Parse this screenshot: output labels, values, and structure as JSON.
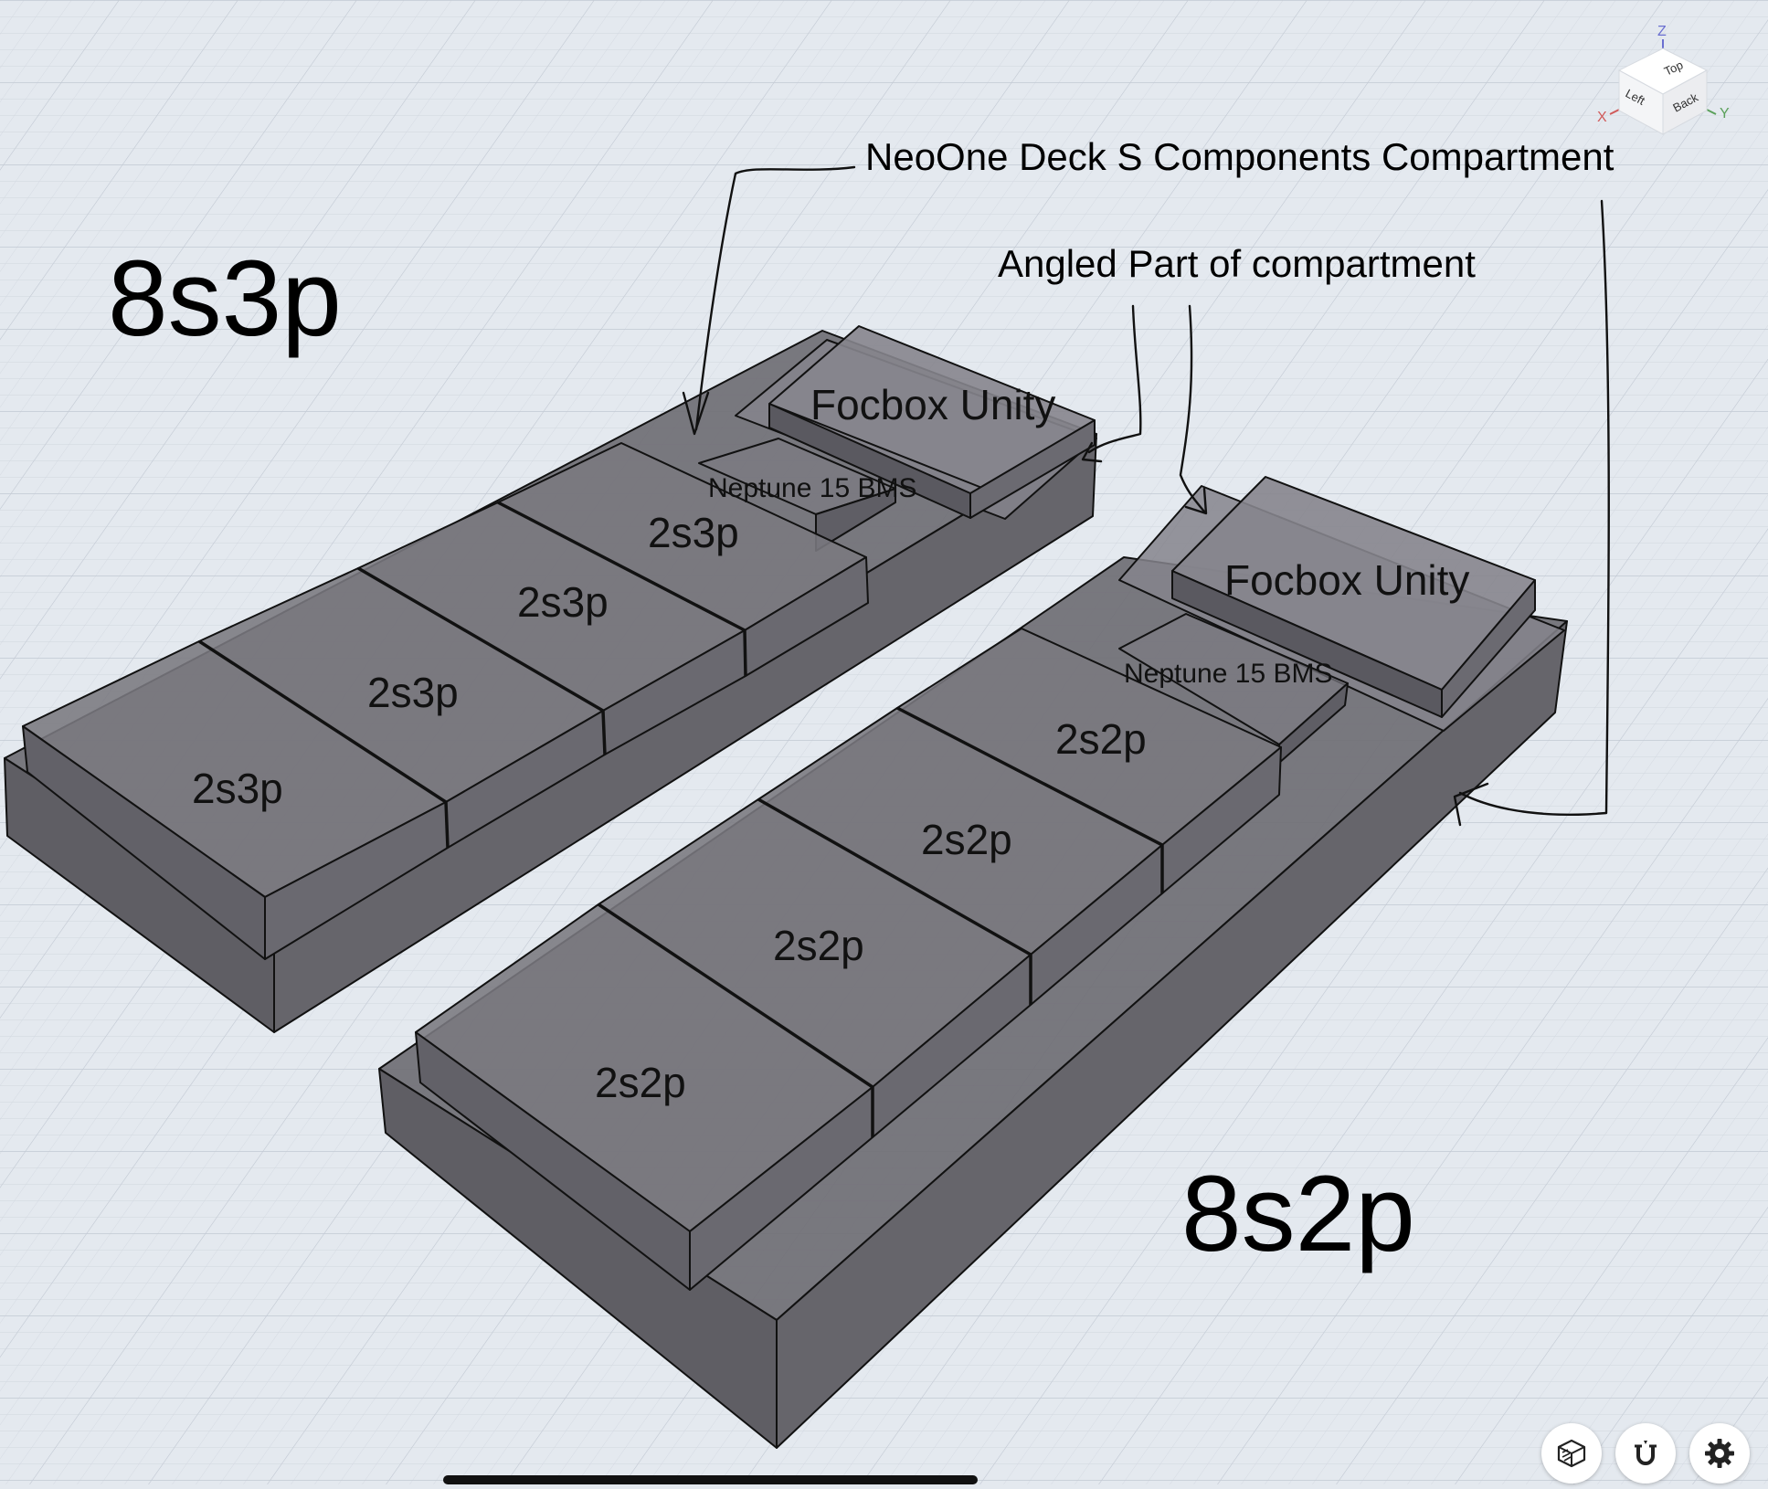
{
  "scene": {
    "pack_left_title": "8s3p",
    "pack_right_title": "8s2p",
    "annotation_compartment": "NeoOne Deck S Components Compartment",
    "annotation_angled": "Angled Part of compartment",
    "left_pack": {
      "controller": "Focbox Unity",
      "bms": "Neptune 15 BMS",
      "modules": [
        "2s3p",
        "2s3p",
        "2s3p",
        "2s3p"
      ]
    },
    "right_pack": {
      "controller": "Focbox Unity",
      "bms": "Neptune 15 BMS",
      "modules": [
        "2s2p",
        "2s2p",
        "2s2p",
        "2s2p"
      ]
    }
  },
  "view_cube": {
    "faces": {
      "top": "Top",
      "left": "Left",
      "back": "Back"
    },
    "axes": {
      "z": "Z",
      "x": "X",
      "y": "Y"
    },
    "colors": {
      "z": "#6a6fd0",
      "x": "#d05a5a",
      "y": "#5aa05a"
    }
  },
  "toolbar": {
    "view_mode_icon": "layers-cube-icon",
    "snap_icon": "magnet-icon",
    "settings_icon": "gear-icon"
  },
  "colors": {
    "background": "#e4e9ef",
    "grid": "#cdd4dd",
    "body": "#6f6e74",
    "edge": "#111111"
  }
}
